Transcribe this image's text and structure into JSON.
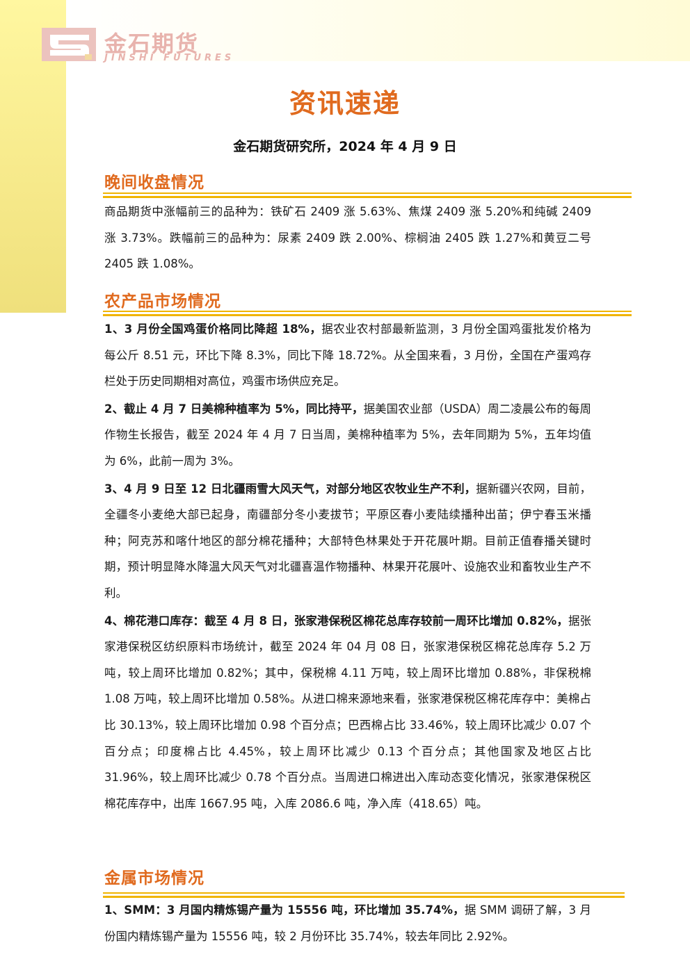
{
  "brand": {
    "name_cn": "金石期货",
    "name_en": "JINSHI FUTURES",
    "logo_icon": "jinshi-logo-mark",
    "accent": "#e06a1e",
    "rule_color": "#f0b400"
  },
  "doc": {
    "title": "资讯速递",
    "subtitle": "金石期货研究所，2024 年 4 月 9 日"
  },
  "sections": {
    "evening": {
      "heading": "晚间收盘情况",
      "p1": "商品期货中涨幅前三的品种为：铁矿石 2409 涨 5.63%、焦煤 2409 涨 5.20%和纯碱 2409 涨 3.73%。跌幅前三的品种为：尿素 2409 跌 2.00%、棕榈油 2405 跌 1.27%和黄豆二号 2405 跌 1.08%。"
    },
    "agri": {
      "heading": "农产品市场情况",
      "items": [
        {
          "lead": "1、3 月份全国鸡蛋价格同比降超 18%，",
          "body": "据农业农村部最新监测，3 月份全国鸡蛋批发价格为每公斤 8.51 元，环比下降 8.3%，同比下降 18.72%。从全国来看，3 月份，全国在产蛋鸡存栏处于历史同期相对高位，鸡蛋市场供应充足。"
        },
        {
          "lead": "2、截止 4 月 7 日美棉种植率为 5%，同比持平，",
          "body": "据美国农业部（USDA）周二凌晨公布的每周作物生长报告，截至 2024 年 4 月 7 日当周，美棉种植率为 5%，去年同期为 5%，五年均值为 6%，此前一周为 3%。"
        },
        {
          "lead": "3、4 月 9 日至 12 日北疆雨雪大风天气，对部分地区农牧业生产不利，",
          "body": "据新疆兴农网，目前，全疆冬小麦绝大部已起身，南疆部分冬小麦拔节；平原区春小麦陆续播种出苗；伊宁春玉米播种；阿克苏和喀什地区的部分棉花播种；大部特色林果处于开花展叶期。目前正值春播关键时期，预计明显降水降温大风天气对北疆喜温作物播种、林果开花展叶、设施农业和畜牧业生产不利。"
        },
        {
          "lead": "4、棉花港口库存：截至 4 月 8 日，张家港保税区棉花总库存较前一周环比增加 0.82%，",
          "body": "据张家港保税区纺织原料市场统计，截至 2024 年 04 月 08 日，张家港保税区棉花总库存 5.2 万吨，较上周环比增加 0.82%；其中，保税棉 4.11 万吨，较上周环比增加 0.88%，非保税棉 1.08 万吨，较上周环比增加 0.58%。从进口棉来源地来看，张家港保税区棉花库存中：美棉占比 30.13%，较上周环比增加 0.98 个百分点；巴西棉占比 33.46%，较上周环比减少 0.07 个百分点；印度棉占比 4.45%，较上周环比减少 0.13 个百分点；其他国家及地区占比 31.96%，较上周环比减少 0.78 个百分点。当周进口棉进出入库动态变化情况，张家港保税区棉花库存中，出库 1667.95 吨，入库 2086.6 吨，净入库（418.65）吨。"
        }
      ]
    },
    "metal": {
      "heading": "金属市场情况",
      "items": [
        {
          "lead": "1、SMM：3 月国内精炼锡产量为 15556 吨，环比增加 35.74%，",
          "body": "据 SMM 调研了解，3 月份国内精炼锡产量为 15556 吨，较 2 月份环比 35.74%，较去年同比 2.92%。"
        }
      ]
    }
  }
}
